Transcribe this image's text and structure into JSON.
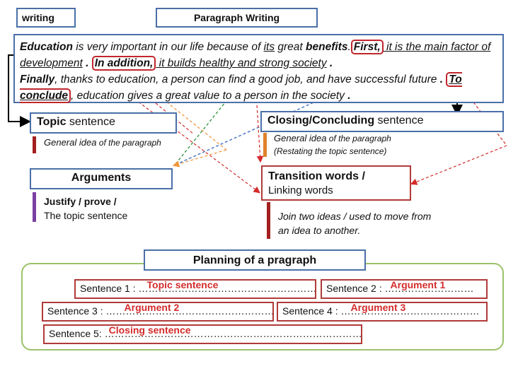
{
  "header": {
    "tag": "writing",
    "title": "Paragraph Writing"
  },
  "paragraph": {
    "s1_a": "Education",
    "s1_b": " is very important in our life because of ",
    "s1_c": "its",
    "s1_d": " great ",
    "s1_e": "benefits",
    "s1_f": ".",
    "first": "First,",
    "s2": " it is the main factor of development",
    "s2_end": " .",
    "in_addition": "In addition,",
    "s3": " it builds healthy and strong society",
    "s3_end": " .",
    "finally": "Finally",
    "s4": ", thanks to education, a person can find a good job, and have successful future",
    "s4_end": " . ",
    "to_conclude": "To conclude",
    "s5": ", education gives a great value to a person in the society",
    "s5_end": " ."
  },
  "topic": {
    "label_bold": "Topic",
    "label_rest": " sentence",
    "note_a": "General  idea",
    "note_b": " of the paragraph"
  },
  "closing": {
    "label_bold": "Closing/Concluding",
    "label_rest": " sentence",
    "note1_a": "General  idea",
    "note1_b": " of the paragraph",
    "note2": "(Restating the topic sentence)"
  },
  "arguments": {
    "label": "Arguments",
    "note1": "Justify / prove /",
    "note2": "The topic sentence"
  },
  "transition": {
    "label1": "Transition words /",
    "label2": "Linking words",
    "note1": "Join two ideas  / used to move from",
    "note2": "an idea to another."
  },
  "planning": {
    "title": "Planning of a pragraph",
    "s1_label": "Sentence 1 : ",
    "s1_fill": "Topic sentence",
    "s2_label": "Sentence 2 : ",
    "s2_fill": "Argument 1",
    "s3_label": "Sentence 3 : ",
    "s3_fill": "Argument 2",
    "s4_label": "Sentence 4 : ",
    "s4_fill": "Argument 3",
    "s5_label": "Sentence 5: ",
    "s5_fill": "Closing sentence"
  },
  "colors": {
    "blue_border": "#4a6fa8",
    "red_border": "#b03a3a",
    "green_border": "#9cc26a",
    "bar_topic": "#a32020",
    "bar_closing": "#e0822a",
    "bar_arguments": "#7a3fa0",
    "bar_transition": "#a32020"
  }
}
